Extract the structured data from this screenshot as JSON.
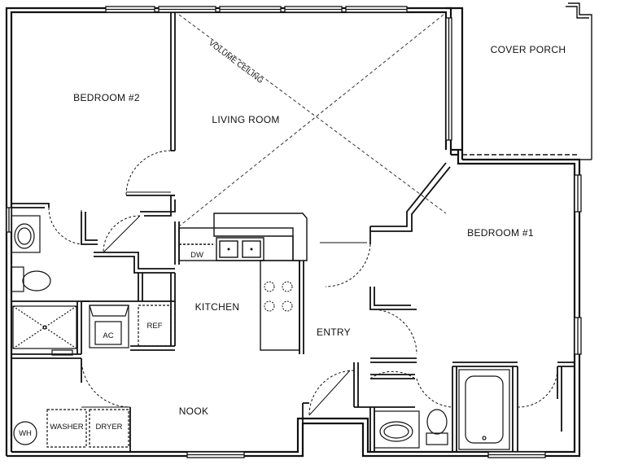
{
  "rooms": {
    "bedroom2": "BEDROOM #2",
    "living_room": "LIVING ROOM",
    "cover_porch": "COVER PORCH",
    "bedroom1": "BEDROOM #1",
    "kitchen": "KITCHEN",
    "entry": "ENTRY",
    "nook": "NOOK"
  },
  "annotations": {
    "volume_ceiling": "VOLUME CEILING"
  },
  "fixtures": {
    "dishwasher": "DW",
    "refrigerator": "REF",
    "air_conditioner": "AC",
    "washer": "WASHER",
    "dryer": "DRYER",
    "water_heater": "WH"
  }
}
